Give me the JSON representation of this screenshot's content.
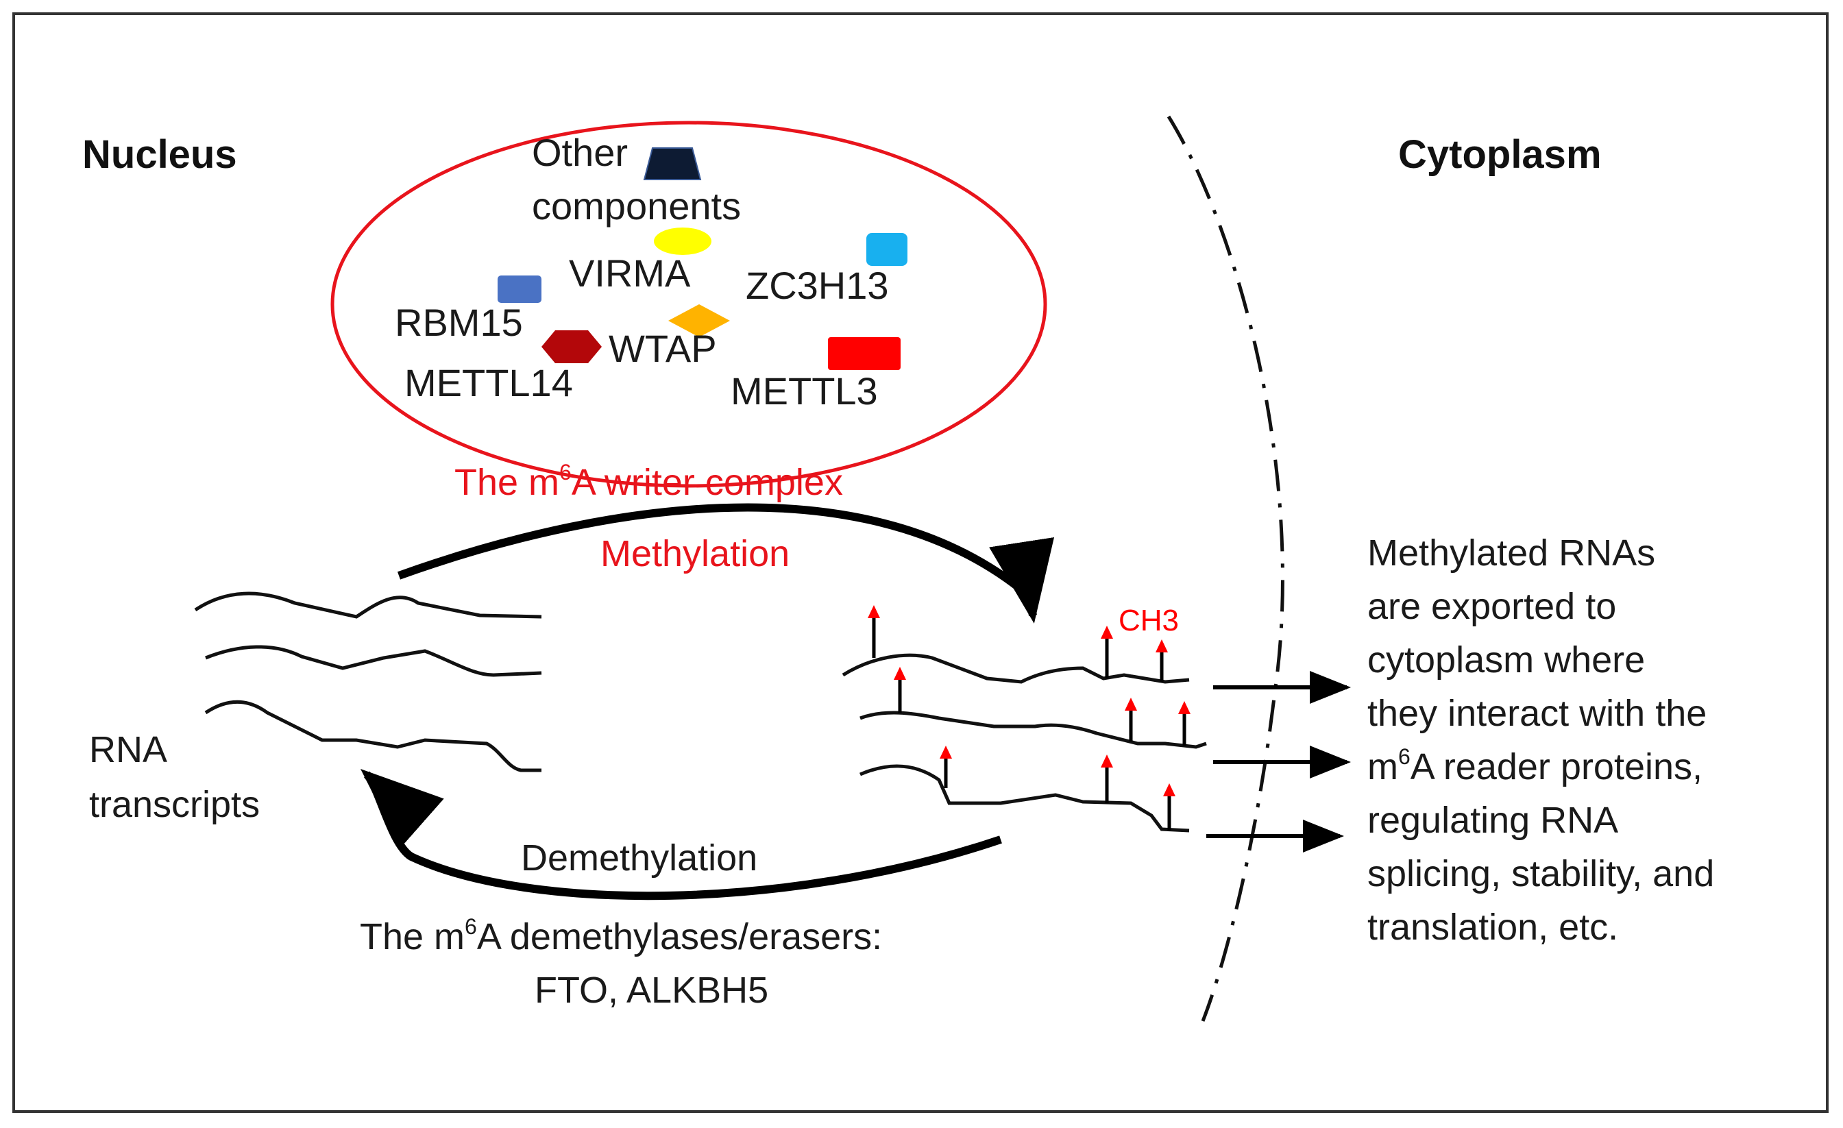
{
  "regions": {
    "nucleus": "Nucleus",
    "cytoplasm": "Cytoplasm"
  },
  "writer_complex": {
    "components": {
      "other_line1": "Other",
      "other_line2": "components",
      "virma": "VIRMA",
      "zc3h13": "ZC3H13",
      "rbm15": "RBM15",
      "wtap": "WTAP",
      "mettl14": "METTL14",
      "mettl3": "METTL3"
    },
    "caption_prefix": "The m",
    "caption_superscript": "6",
    "caption_suffix": "A writer complex"
  },
  "process": {
    "methylation": "Methylation",
    "demethylation": "Demethylation",
    "methyl_group": "CH3"
  },
  "transcripts": {
    "label_line1": "RNA",
    "label_line2": "transcripts"
  },
  "erasers": {
    "line1_prefix": "The m",
    "line1_superscript": "6",
    "line1_suffix": "A demethylases/erasers:",
    "line2": "FTO, ALKBH5"
  },
  "export": {
    "line1": "Methylated RNAs",
    "line2": "are exported to",
    "line3": "cytoplasm where",
    "line4": "they interact with the",
    "line5_prefix": "m",
    "line5_superscript": "6",
    "line5_suffix": "A reader proteins,",
    "line6": "regulating RNA",
    "line7": "splicing, stability, and",
    "line8": "translation, etc."
  },
  "colors": {
    "writer_ellipse": "#e8141c",
    "writer_text": "#e8141c",
    "methyl_mark": "#ff0000",
    "other_components": "#0d1b33",
    "virma": "#ffff00",
    "zc3h13": "#18b0ef",
    "rbm15": "#4a72c4",
    "wtap": "#ffb300",
    "mettl14": "#b3070a",
    "mettl3": "#ff0000",
    "ink": "#000000"
  }
}
